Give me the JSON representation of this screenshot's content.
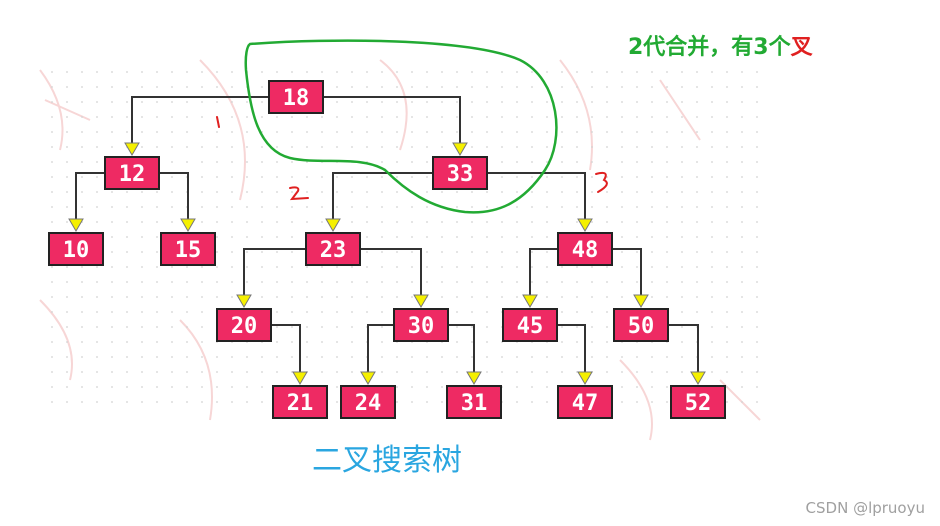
{
  "colors": {
    "node": "#ee2a63",
    "arrow": "#f5f000",
    "annotation_green": "#22aa33",
    "annotation_red": "#e02020",
    "caption": "#2aa6e0"
  },
  "annotation": {
    "main": "2代合并，有3个",
    "highlight": "叉"
  },
  "caption": "二叉搜索树",
  "credit": "CSDN @lpruoyu",
  "tree": {
    "nodes": [
      "18",
      "12",
      "33",
      "10",
      "15",
      "23",
      "48",
      "20",
      "30",
      "45",
      "50",
      "21",
      "24",
      "31",
      "47",
      "52"
    ],
    "edges": [
      [
        "18",
        "12"
      ],
      [
        "18",
        "33"
      ],
      [
        "12",
        "10"
      ],
      [
        "12",
        "15"
      ],
      [
        "33",
        "23"
      ],
      [
        "33",
        "48"
      ],
      [
        "23",
        "20"
      ],
      [
        "23",
        "30"
      ],
      [
        "48",
        "45"
      ],
      [
        "48",
        "50"
      ],
      [
        "20",
        "21"
      ],
      [
        "30",
        "24"
      ],
      [
        "30",
        "31"
      ],
      [
        "45",
        "47"
      ],
      [
        "50",
        "52"
      ]
    ]
  }
}
